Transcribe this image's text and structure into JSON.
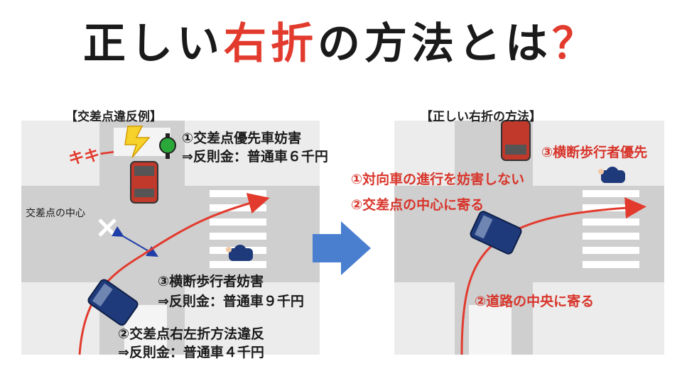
{
  "title": {
    "part1": "正しい",
    "highlight": "右折",
    "part2": "の方法とは",
    "mark": "？"
  },
  "left_panel": {
    "caption": "【交差点違反例】",
    "center_label": "交差点の中心",
    "kiki": "キキー",
    "v1_title": "①交差点優先車妨害",
    "v1_fine": "⇒反則金：普通車６千円",
    "v3_title": "③横断歩行者妨害",
    "v3_fine": "⇒反則金：普通車９千円",
    "v2_title": "②交差点右左折方法違反",
    "v2_fine": "⇒反則金：普通車４千円"
  },
  "right_panel": {
    "caption": "【正しい右折の方法】",
    "step1": "①対向車の進行を妨害しない",
    "step2a": "②交差点の中心に寄る",
    "step2b": "②道路の中央に寄る",
    "step3": "③横断歩行者優先"
  },
  "colors": {
    "accent": "#e23b2e",
    "road": "#d0d0d0",
    "arrow": "#4a7fd0",
    "car_red": "#c0392b",
    "car_blue": "#1e3a7a"
  }
}
